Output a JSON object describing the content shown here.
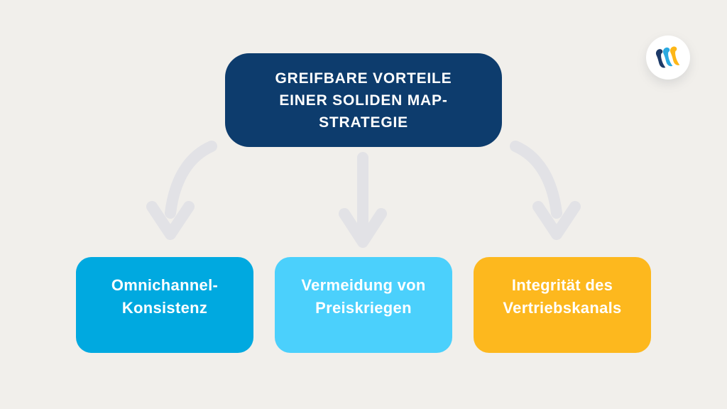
{
  "page": {
    "background_color": "#f1efeb",
    "type": "infographic-diagram"
  },
  "header": {
    "label": "GREIFBARE VORTEILE\nEINER SOLIDEN MAP-\nSTRATEGIE",
    "bg_color": "#0d3c6d",
    "text_color": "#ffffff"
  },
  "arrows": {
    "color": "#e2e2e6",
    "items": [
      {
        "name": "arrow-curved-down-left"
      },
      {
        "name": "arrow-straight-down"
      },
      {
        "name": "arrow-curved-down-right"
      }
    ]
  },
  "boxes": [
    {
      "label": "Omnichannel-\nKonsistenz",
      "bg_color": "#00a9e0",
      "text_color": "#ffffff"
    },
    {
      "label": "Vermeidung von\nPreiskriegen",
      "bg_color": "#4bd0fc",
      "text_color": "#ffffff"
    },
    {
      "label": "Integrität des\nVertriebskanals",
      "bg_color": "#fdb81e",
      "text_color": "#ffffff"
    }
  ],
  "logo": {
    "description": "three-claw m-mark",
    "color_navy": "#1d3a68",
    "color_blue": "#2aa9e0",
    "color_yellow": "#fdb717"
  }
}
